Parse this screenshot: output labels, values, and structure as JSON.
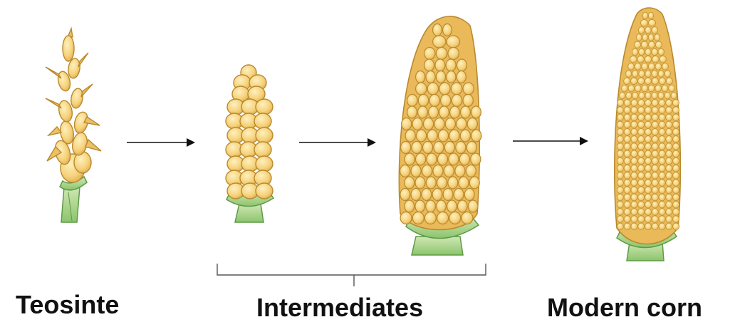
{
  "labels": {
    "teosinte": "Teosinte",
    "intermediates": "Intermediates",
    "modern_corn": "Modern corn"
  },
  "colors": {
    "kernel_fill": "#f6d27a",
    "kernel_highlight": "#fdf0c0",
    "kernel_outline": "#b98a2e",
    "husk_fill": "#a8d38a",
    "husk_outline": "#5e9a45",
    "arrow": "#111111",
    "bracket": "#555555",
    "text": "#111111"
  },
  "icons": [
    "teosinte-ear-icon",
    "intermediate-ear-small-icon",
    "intermediate-ear-large-icon",
    "modern-corn-ear-icon",
    "right-arrow-icon"
  ]
}
